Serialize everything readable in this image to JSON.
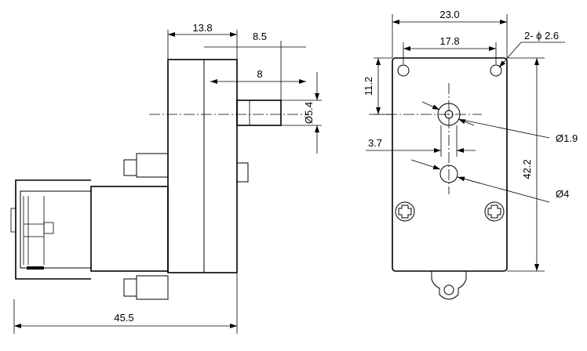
{
  "side_view": {
    "dims": {
      "d_13_8": "13.8",
      "d_8_5": "8.5",
      "d_8": "8",
      "d_shaft": "Ø5.4",
      "d_total": "45.5"
    }
  },
  "front_view": {
    "dims": {
      "d_23": "23.0",
      "d_17_8": "17.8",
      "d_holes": "2- ϕ 2.6",
      "d_11_2": "11.2",
      "d_3_7": "3.7",
      "d_1_9": "Ø1.9",
      "d_42_2": "42.2",
      "d_4": "Ø4"
    }
  }
}
